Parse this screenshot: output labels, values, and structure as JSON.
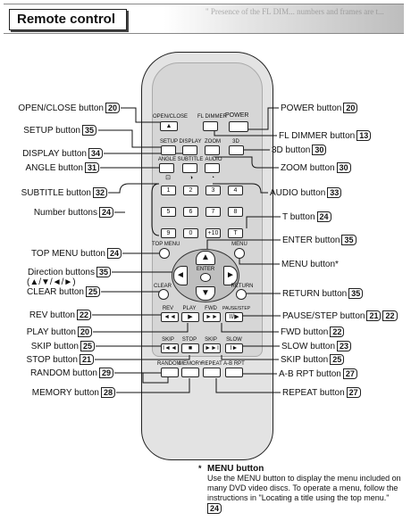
{
  "header": {
    "title": "Remote control",
    "bleed_text": "\" Presence of the FL DIM... numbers and frames are t..."
  },
  "remote_labels": {
    "open_close": "OPEN/CLOSE",
    "fl_dimmer": "FL DIMMER",
    "power": "POWER",
    "setup": "SETUP",
    "display": "DISPLAY",
    "zoom": "ZOOM",
    "three_d": "3D",
    "angle": "ANGLE",
    "subtitle": "SUBTITLE",
    "audio": "AUDIO",
    "num_keys": [
      "1",
      "2",
      "3",
      "4",
      "5",
      "6",
      "7",
      "8",
      "9",
      "0",
      "+10",
      "T"
    ],
    "top_menu": "TOP MENU",
    "menu": "MENU",
    "enter": "ENTER",
    "clear": "CLEAR",
    "return": "RETURN",
    "rev": "REV",
    "play": "PLAY",
    "fwd": "FWD",
    "pause_step": "PAUSE/STEP",
    "skip_left": "SKIP",
    "stop": "STOP",
    "skip_right": "SKIP",
    "slow": "SLOW",
    "random": "RANDOM",
    "memory": "MEMORY",
    "repeat": "REPEAT",
    "ab_rpt": "A-B RPT"
  },
  "callouts_left": [
    {
      "text": "OPEN/CLOSE button",
      "page": "20"
    },
    {
      "text": "SETUP button",
      "page": "35"
    },
    {
      "text": "DISPLAY button",
      "page": "34"
    },
    {
      "text": "ANGLE button",
      "page": "31"
    },
    {
      "text": "SUBTITLE button",
      "page": "32"
    },
    {
      "text": "Number buttons",
      "page": "24"
    },
    {
      "text": "TOP MENU button",
      "page": "24"
    },
    {
      "text": "Direction buttons",
      "page": "35"
    },
    {
      "text": "(▲/▼/◄/►)",
      "page": ""
    },
    {
      "text": "CLEAR button",
      "page": "25"
    },
    {
      "text": "REV button",
      "page": "22"
    },
    {
      "text": "PLAY button",
      "page": "20"
    },
    {
      "text": "SKIP button",
      "page": "25"
    },
    {
      "text": "STOP button",
      "page": "21"
    },
    {
      "text": "RANDOM button",
      "page": "29"
    },
    {
      "text": "MEMORY button",
      "page": "28"
    }
  ],
  "callouts_right": [
    {
      "text": "POWER button",
      "page": "20"
    },
    {
      "text": "FL DIMMER button",
      "page": "13"
    },
    {
      "text": "3D button",
      "page": "30"
    },
    {
      "text": "ZOOM button",
      "page": "30"
    },
    {
      "text": "AUDIO button",
      "page": "33"
    },
    {
      "text": "T button",
      "page": "24"
    },
    {
      "text": "ENTER button",
      "page": "35"
    },
    {
      "text": "MENU button*",
      "page": ""
    },
    {
      "text": "RETURN button",
      "page": "35"
    },
    {
      "text": "PAUSE/STEP button",
      "page": "21",
      "page2": "22"
    },
    {
      "text": "FWD button",
      "page": "22"
    },
    {
      "text": "SLOW button",
      "page": "23"
    },
    {
      "text": "SKIP button",
      "page": "25"
    },
    {
      "text": "A-B RPT button",
      "page": "27"
    },
    {
      "text": "REPEAT button",
      "page": "27"
    }
  ],
  "footnote": {
    "star": "*",
    "title": "MENU button",
    "body": "Use the MENU button to display the menu included on many DVD video discs. To operate a menu, follow the instructions in \"Locating a title using the top menu.\"",
    "page": "24"
  }
}
